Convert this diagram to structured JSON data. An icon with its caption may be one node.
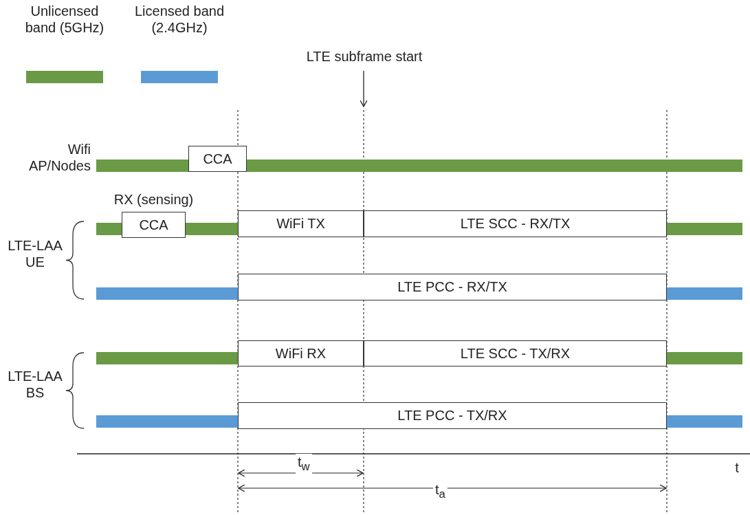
{
  "diagram": {
    "nodes": [
      {
        "text": [
          "CCA"
        ]
      },
      {
        "text": [
          "CCA"
        ],
        "beside": [
          "RX (sensing)"
        ]
      },
      {
        "text": [
          "WiFi TX"
        ]
      },
      {
        "text": [
          "LTE SCC - RX/TX"
        ]
      },
      {
        "text": [
          "LTE PCC - RX/TX"
        ]
      },
      {
        "text": [
          "WiFi RX"
        ]
      },
      {
        "text": [
          "LTE SCC - TX/RX"
        ]
      },
      {
        "text": [
          "LTE PCC - TX/RX"
        ]
      },
      {
        "text": [],
        "shape": "bar"
      },
      {
        "text": [],
        "shape": "bar"
      },
      {
        "text": [],
        "shape": "bar"
      },
      {
        "text": [],
        "shape": "bar"
      },
      {
        "text": [],
        "shape": "bar"
      },
      {
        "text": [],
        "shape": "bar"
      },
      {
        "text": [],
        "shape": "bar"
      },
      {
        "text": [],
        "shape": "bar"
      },
      {
        "text": [],
        "shape": "bar"
      },
      {
        "text": [],
        "shape": "bar"
      },
      {
        "text": [],
        "shape": "bar"
      }
    ],
    "edges": [],
    "labels": [
      "LTE subframe start",
      "Wifi AP/Nodes",
      "LTE-LAA UE",
      "LTE-LAA BS",
      "t",
      "t$_{w}$",
      "t$_{a}$"
    ],
    "legend": [
      {
        "text": "Unlicensed band (5GHz)",
        "color": "#6a9a45"
      },
      {
        "text": "Licensed band (2.4GHz)",
        "color": "#5b9bd5"
      }
    ]
  }
}
